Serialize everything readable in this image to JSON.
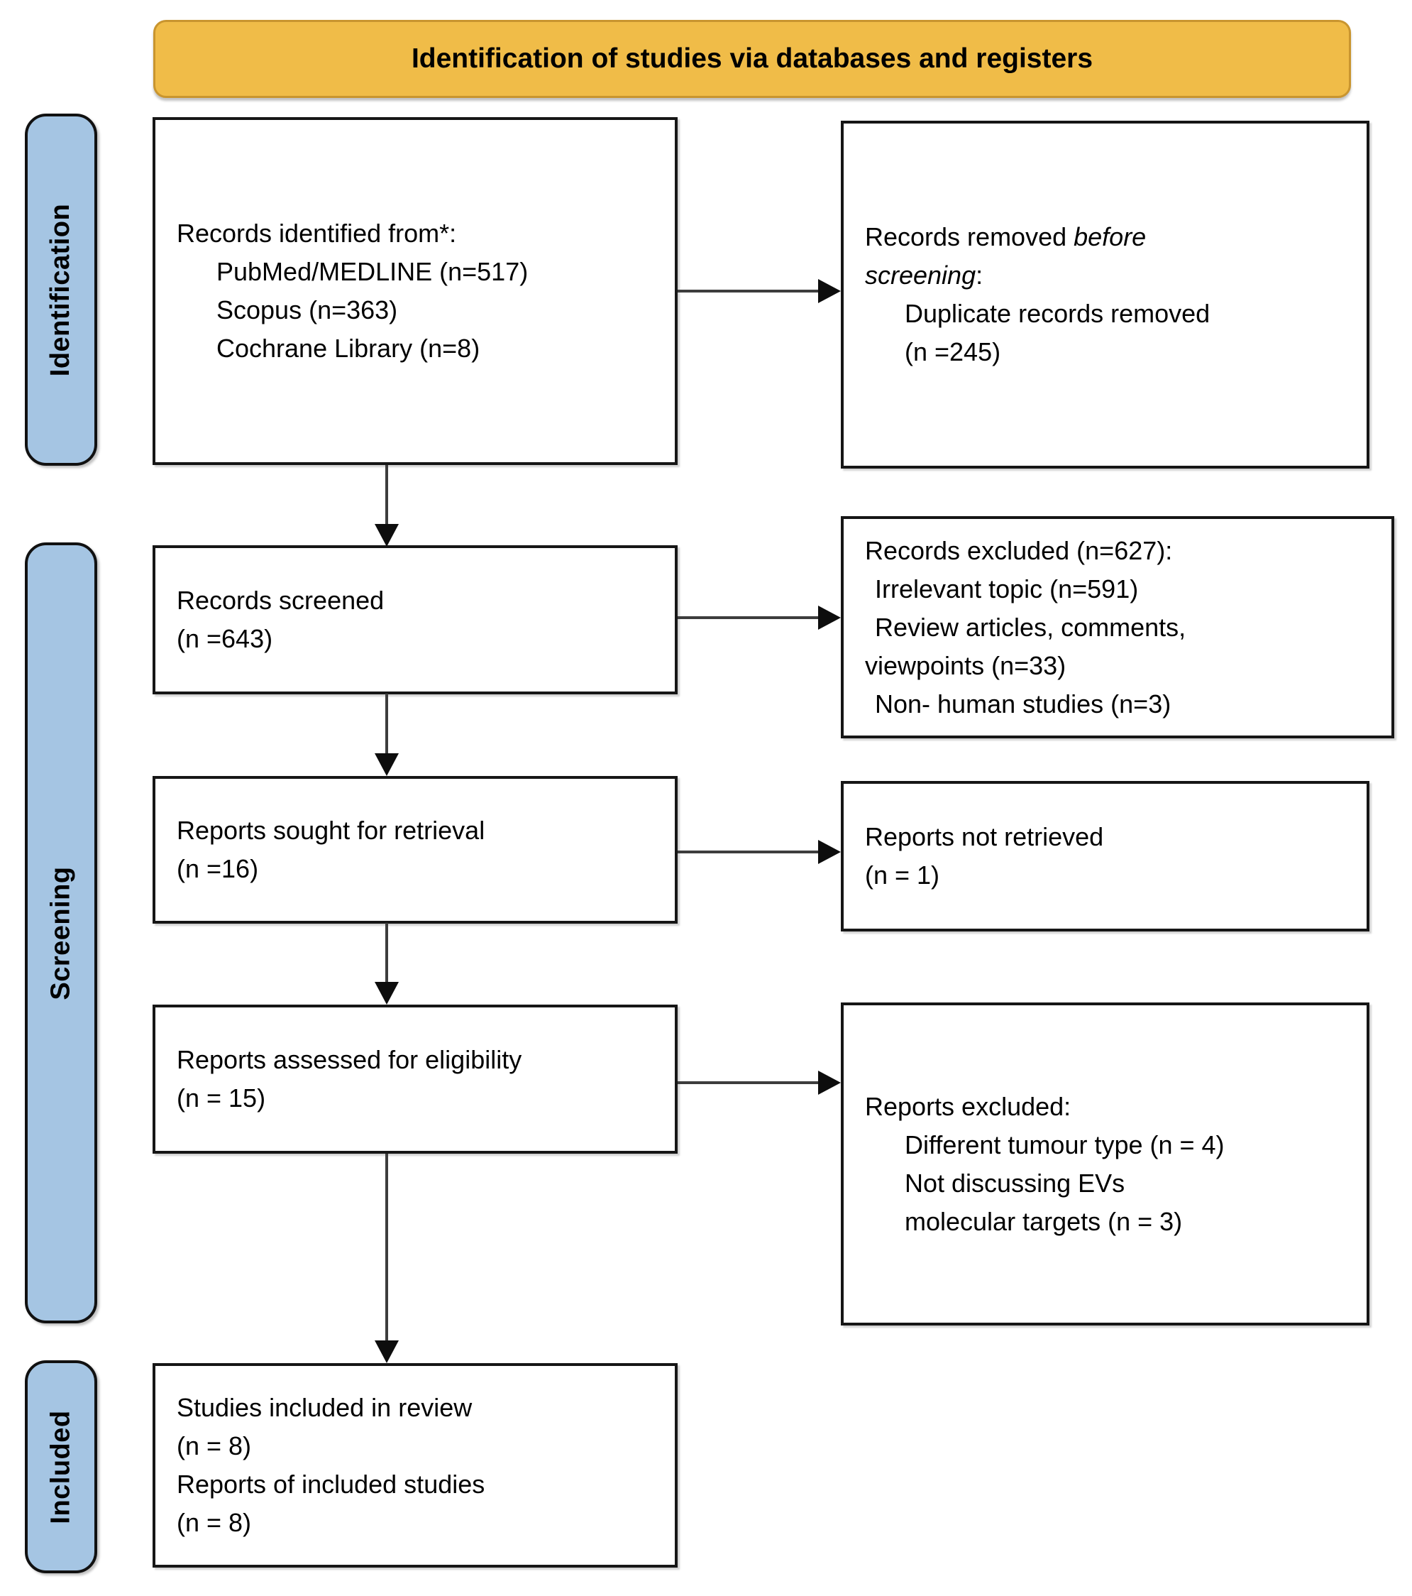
{
  "header": {
    "title": "Identification of studies via databases and registers"
  },
  "stages": [
    {
      "label": "Identification"
    },
    {
      "label": "Screening"
    },
    {
      "label": "Included"
    }
  ],
  "boxes": {
    "records_identified": {
      "title": "Records identified from*:",
      "item1": "PubMed/MEDLINE (n=517)",
      "item2": "Scopus (n=363)",
      "item3": "Cochrane Library (n=8)"
    },
    "records_removed": {
      "t1": "Records removed ",
      "t1i": "before",
      "t2i": "screening",
      "t2": ":",
      "item1": "Duplicate records removed",
      "item2": "(n =245)"
    },
    "records_screened": {
      "line1": "Records screened",
      "line2": "(n =643)"
    },
    "records_excluded": {
      "title": "Records excluded (n=627):",
      "item1": "Irrelevant topic (n=591)",
      "item2": "Review articles, comments,",
      "item3": "viewpoints (n=33)",
      "item4": "Non- human studies (n=3)"
    },
    "reports_sought": {
      "line1": "Reports sought for retrieval",
      "line2": "(n =16)"
    },
    "reports_not_retrieved": {
      "line1": "Reports not retrieved",
      "line2": "(n = 1)"
    },
    "reports_assessed": {
      "line1": "Reports assessed for eligibility",
      "line2": "(n = 15)"
    },
    "reports_excluded": {
      "title": "Reports excluded:",
      "item1": "Different tumour type (n = 4)",
      "item2": "Not discussing EVs",
      "item3": "molecular targets (n = 3)"
    },
    "studies_included": {
      "line1": "Studies included in review",
      "line2": "(n = 8)",
      "line3": "Reports of included studies",
      "line4": "(n = 8)"
    }
  },
  "colors": {
    "header_fill": "#F0BC48",
    "header_border": "#C9952F",
    "stage_fill": "#A5C5E3",
    "box_border": "#161616",
    "arrow": "#3d3d3d"
  }
}
